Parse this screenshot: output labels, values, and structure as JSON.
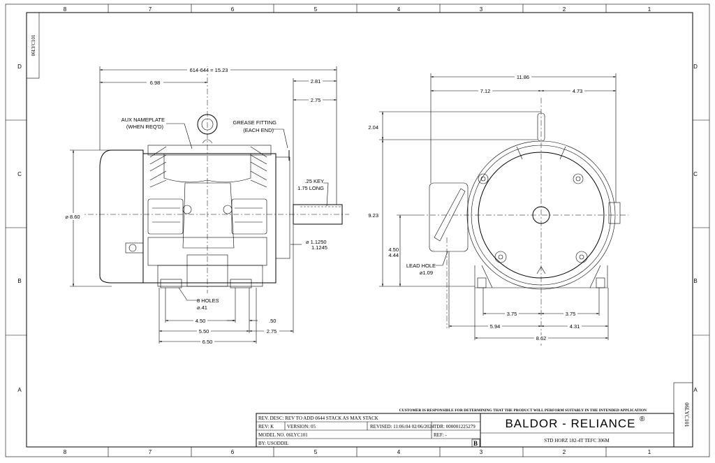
{
  "frame": {
    "zones_top": [
      "8",
      "7",
      "6",
      "5",
      "4",
      "3",
      "2",
      "1"
    ],
    "zones_side": [
      "D",
      "C",
      "B",
      "A"
    ],
    "corner_id": "06LYC101"
  },
  "front_view": {
    "overall_length": "614-644 = 15.23",
    "dim_698": "6.98",
    "dim_281": "2.81",
    "dim_275": "2.75",
    "aux_nameplate": [
      "AUX NAMEPLATE",
      "(WHEN REQ'D)"
    ],
    "grease_fitting": [
      "GREASE FITTING",
      "(EACH END)"
    ],
    "key": [
      ".25 KEY",
      "1.75 LONG"
    ],
    "diameter": "⌀ 8.60",
    "shaft_dia": [
      "⌀ 1.1250",
      "1.1245"
    ],
    "holes": [
      "8 HOLES",
      "⌀.41"
    ],
    "dim_450": "4.50",
    "dim_050": ".50",
    "dim_550": "5.50",
    "dim_275b": "2.75",
    "dim_650": "6.50"
  },
  "end_view": {
    "dim_1186": "11.86",
    "dim_712": "7.12",
    "dim_473": "4.73",
    "dim_204": "2.04",
    "dim_923": "9.23",
    "dim_450_444": [
      "4.50",
      "4.44"
    ],
    "lead_hole": [
      "LEAD HOLE",
      "⌀1.09"
    ],
    "dim_375a": "3.75",
    "dim_375b": "3.75",
    "dim_594": "5.94",
    "dim_431": "4.31",
    "dim_862": "8.62"
  },
  "title_block": {
    "disclaimer": "CUSTOMER IS RESPONSIBLE FOR DETERMINING THAT THE PRODUCT WILL PERFORM SUITABLY IN THE INTENDED APPLICATION",
    "rev_desc": "REV. DESC: REV TO ADD 0644 STACK AS MAX STACK",
    "rev": "REV:  K",
    "version": "VERSION:  05",
    "revised": "REVISED:  11:06:04 02/06/2024",
    "tdr": "TDR:  000001225279",
    "model_no": "MODEL NO.   06LYC101",
    "ref": "REF:  -",
    "by": "BY: USODDIL",
    "size": "B",
    "brand": "BALDOR - RELIANCE",
    "registered": "®",
    "description": "STD HORZ 182-4T TEFC 306M"
  }
}
